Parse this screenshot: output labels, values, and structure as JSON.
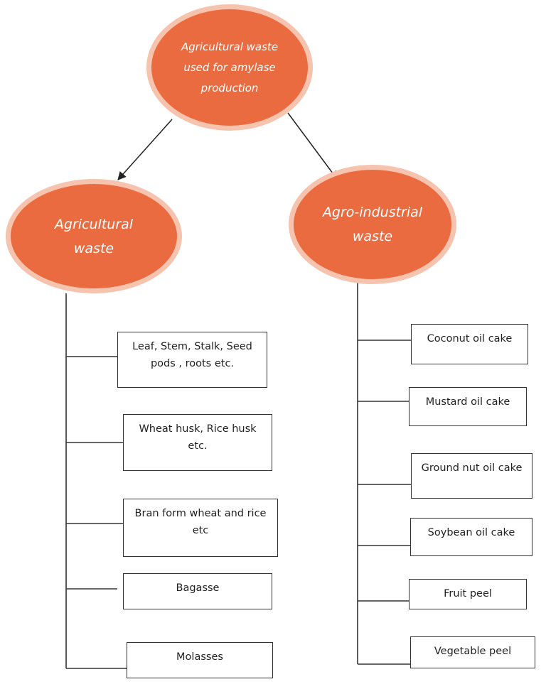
{
  "root": {
    "label": "Agricultural waste used for amylase production"
  },
  "branches": [
    {
      "label": "Agricultural waste",
      "items": [
        "Leaf, Stem, Stalk, Seed pods , roots etc.",
        "Wheat  husk, Rice husk etc.",
        "Bran form wheat and rice etc",
        "Bagasse",
        "Molasses"
      ]
    },
    {
      "label": "Agro-industrial waste",
      "items": [
        "Coconut oil cake",
        "Mustard oil cake",
        "Ground nut oil cake",
        "Soybean oil cake",
        "Fruit peel",
        "Vegetable peel"
      ]
    }
  ],
  "colors": {
    "node_fill": "#ea6b40",
    "node_ring": "#f6c3ae",
    "line": "#333333"
  }
}
